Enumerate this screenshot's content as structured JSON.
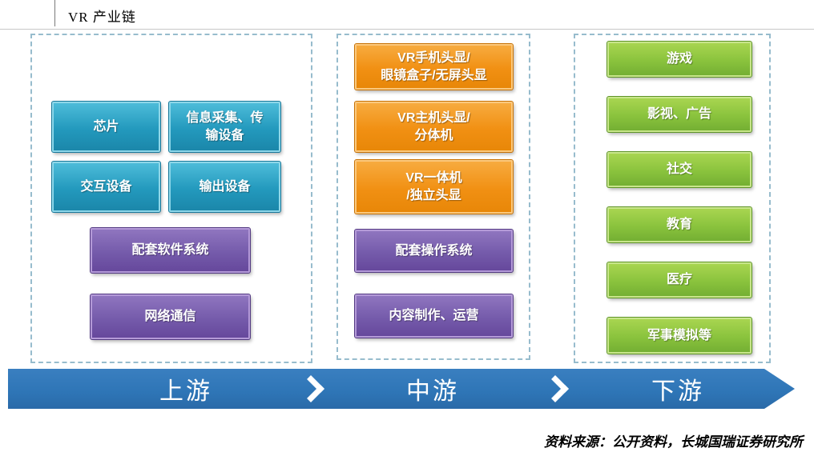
{
  "page": {
    "title": "VR 产业链",
    "source": "资料来源：公开资料，长城国瑞证券研究所"
  },
  "colors": {
    "teal": "#2399bd",
    "purple": "#755bab",
    "orange": "#f19013",
    "green": "#8ac33d",
    "band_blue": "#2e75b6",
    "panel_dash": "#97bccd"
  },
  "sections": {
    "upstream": {
      "band_label": "上游",
      "items": [
        {
          "label": "芯片",
          "color": "teal"
        },
        {
          "label": "信息采集、传\n输设备",
          "color": "teal"
        },
        {
          "label": "交互设备",
          "color": "teal"
        },
        {
          "label": "输出设备",
          "color": "teal"
        },
        {
          "label": "配套软件系统",
          "color": "purple"
        },
        {
          "label": "网络通信",
          "color": "purple"
        }
      ]
    },
    "midstream": {
      "band_label": "中游",
      "items": [
        {
          "label": "VR手机头显/\n眼镜盒子/无屏头显",
          "color": "orange"
        },
        {
          "label": "VR主机头显/\n分体机",
          "color": "orange"
        },
        {
          "label": "VR一体机\n/独立头显",
          "color": "orange"
        },
        {
          "label": "配套操作系统",
          "color": "purple"
        },
        {
          "label": "内容制作、运营",
          "color": "purple"
        }
      ]
    },
    "downstream": {
      "band_label": "下游",
      "items": [
        {
          "label": "游戏",
          "color": "green"
        },
        {
          "label": "影视、广告",
          "color": "green"
        },
        {
          "label": "社交",
          "color": "green"
        },
        {
          "label": "教育",
          "color": "green"
        },
        {
          "label": "医疗",
          "color": "green"
        },
        {
          "label": "军事模拟等",
          "color": "green"
        }
      ]
    }
  }
}
